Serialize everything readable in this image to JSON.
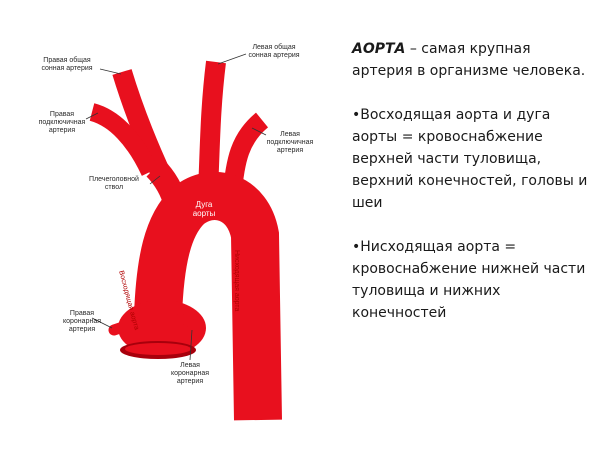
{
  "diagram": {
    "labels": {
      "right_common_carotid": "Правая общая\nсонная артерия",
      "left_common_carotid": "Левая общая\nсонная артерия",
      "right_subclavian": "Правая\nподключичная\nартерия",
      "left_subclavian": "Левая\nподключичная\nартерия",
      "brachiocephalic": "Плечеголовной\nствол",
      "aortic_arch": "Дуга\nаорты",
      "ascending_aorta": "Восходящая аорта",
      "descending_aorta": "Нисходящая аорта",
      "right_coronary": "Правая\nкоронарная\nартерия",
      "left_coronary": "Левая\nкоронарная\nартерия"
    },
    "colors": {
      "vessel": "#e8101e",
      "vessel_dark": "#a8000c",
      "leader": "#333333"
    }
  },
  "text": {
    "term": "АОРТА",
    "definition": " – самая крупная артерия в организме человека.",
    "point1": "•Восходящая аорта и дуга аорты = кровоснабжение верхней части туловища, верхний конечностей, головы и шеи",
    "point2": "•Нисходящая аорта = кровоснабжение нижней части туловища и нижних конечностей"
  }
}
